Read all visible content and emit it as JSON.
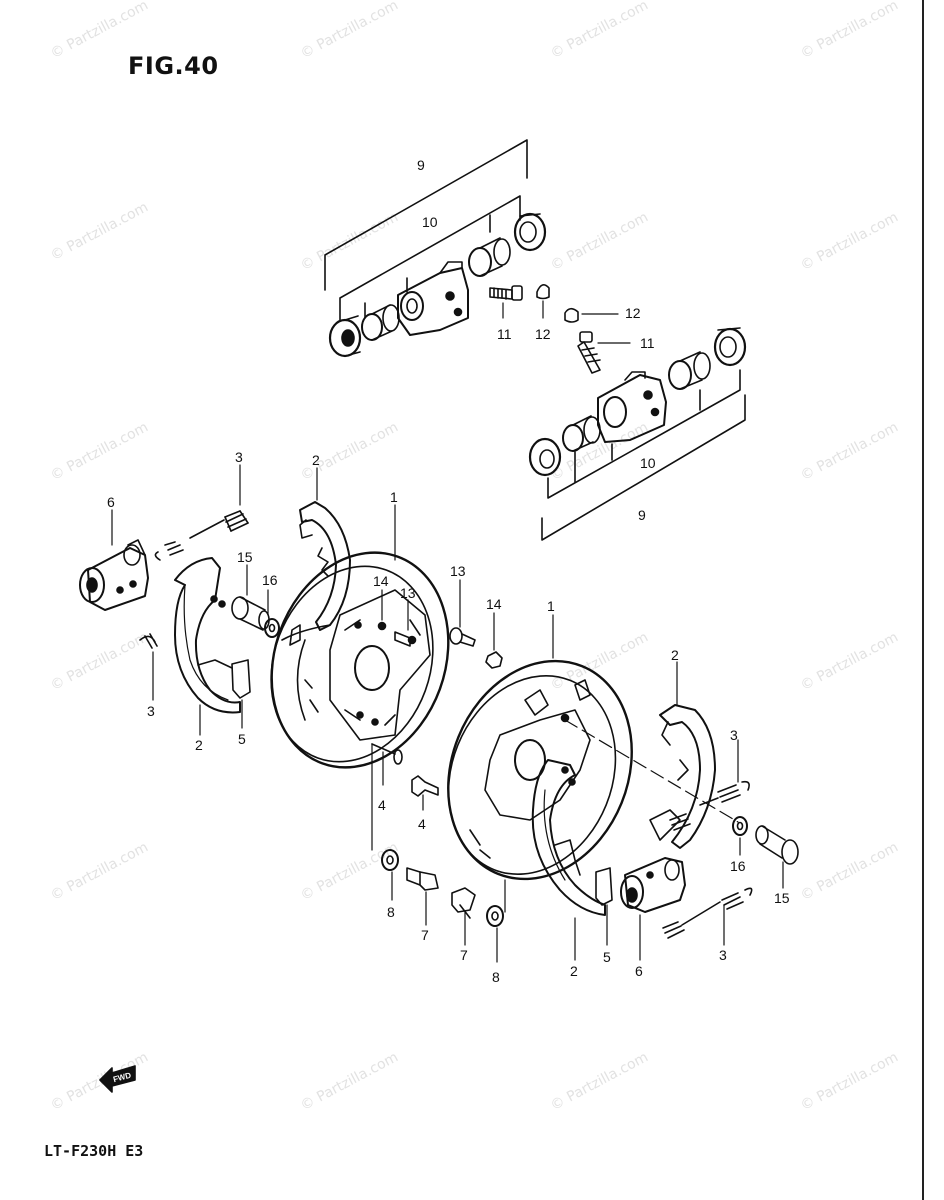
{
  "figure": {
    "title": "FIG.40",
    "model_code": "LT-F230H E3",
    "direction_label": "FWD"
  },
  "watermark": {
    "text": "© Partzilla.com"
  },
  "callouts": {
    "c9_top": "9",
    "c10_top": "10",
    "c11_a": "11",
    "c12_a": "12",
    "c12_b": "12",
    "c11_b": "11",
    "c10_bot": "10",
    "c9_bot": "9",
    "c3_a": "3",
    "c6_a": "6",
    "c2_a": "2",
    "c15_a": "15",
    "c16_a": "16",
    "c3_b": "3",
    "c2_b": "2",
    "c5_a": "5",
    "c1_a": "1",
    "c14_a": "14",
    "c13_a": "13",
    "c13_b": "13",
    "c14_b": "14",
    "c1_b": "1",
    "c4_a": "4",
    "c4_b": "4",
    "c8_a": "8",
    "c7_a": "7",
    "c7_b": "7",
    "c8_b": "8",
    "c2_c": "2",
    "c5_b": "5",
    "c6_b": "6",
    "c3_c": "3",
    "c2_d": "2",
    "c3_d": "3",
    "c16_b": "16",
    "c15_b": "15"
  }
}
